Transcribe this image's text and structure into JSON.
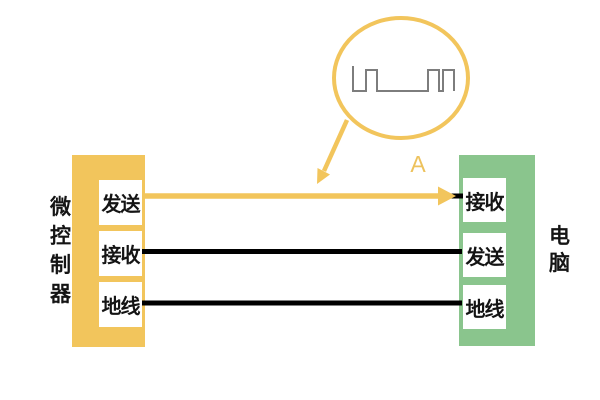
{
  "diagram": {
    "title_hint": "serial-connection-between-microcontroller-and-computer",
    "left_device": {
      "name": "微控制器",
      "ports": [
        "发送",
        "接收",
        "地线"
      ]
    },
    "right_device": {
      "name": "电脑",
      "ports": [
        "接收",
        "发送",
        "地线"
      ]
    },
    "wire_label": "A",
    "magnifier": {
      "icon": "square-wave-signal",
      "shows": "digital pulse train on the highlighted transmit wire"
    },
    "colors": {
      "left_device_fill": "#F2C55C",
      "right_device_fill": "#8AC58D",
      "highlight_wire": "#F2C55C",
      "plain_wire": "#000000",
      "waveform_stroke": "#7D7D7D",
      "port_box_fill": "#FFFFFF",
      "wire_label": "#EDC25D"
    }
  }
}
